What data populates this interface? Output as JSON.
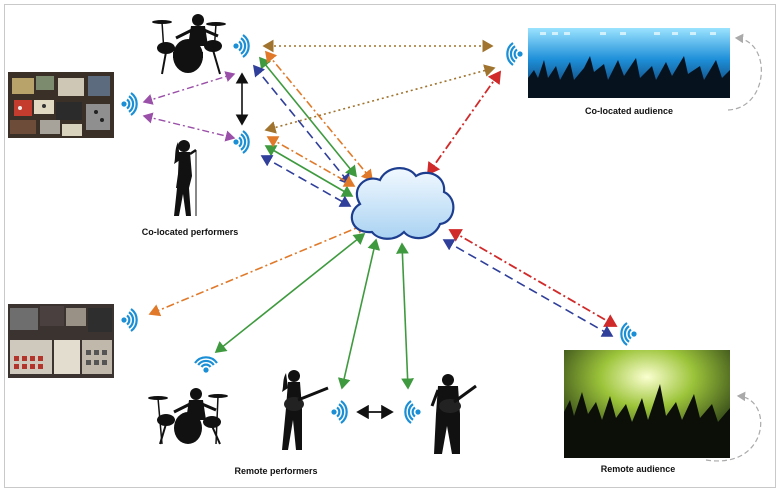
{
  "labels": {
    "colocated_performers": "Co-located performers",
    "colocated_audience": "Co-located audience",
    "remote_performers": "Remote performers",
    "remote_audience": "Remote audience"
  },
  "nodes": [
    {
      "id": "colocated-drummer",
      "kind": "performer",
      "location": "co-located"
    },
    {
      "id": "colocated-singer",
      "kind": "performer",
      "location": "co-located"
    },
    {
      "id": "colocated-effects-rack",
      "kind": "equipment",
      "location": "co-located"
    },
    {
      "id": "colocated-audience",
      "kind": "audience",
      "location": "co-located"
    },
    {
      "id": "network-cloud",
      "kind": "network"
    },
    {
      "id": "remote-effects-rack",
      "kind": "equipment",
      "location": "remote"
    },
    {
      "id": "remote-drummer",
      "kind": "performer",
      "location": "remote"
    },
    {
      "id": "remote-guitarist",
      "kind": "performer",
      "location": "remote"
    },
    {
      "id": "remote-bassist",
      "kind": "performer",
      "location": "remote"
    },
    {
      "id": "remote-audience",
      "kind": "audience",
      "location": "remote"
    }
  ],
  "colors": {
    "green": "#3f9a3f",
    "blue": "#2f3f9a",
    "orange": "#e07a2a",
    "red": "#d12a2a",
    "purple": "#9a4fa8",
    "brown": "#a0742f",
    "black": "#111111",
    "gray": "#aaaaaa",
    "wifi": "#1b8fd6",
    "cloud_fill": "#cfe6f8",
    "cloud_stroke": "#1d3d8f"
  }
}
